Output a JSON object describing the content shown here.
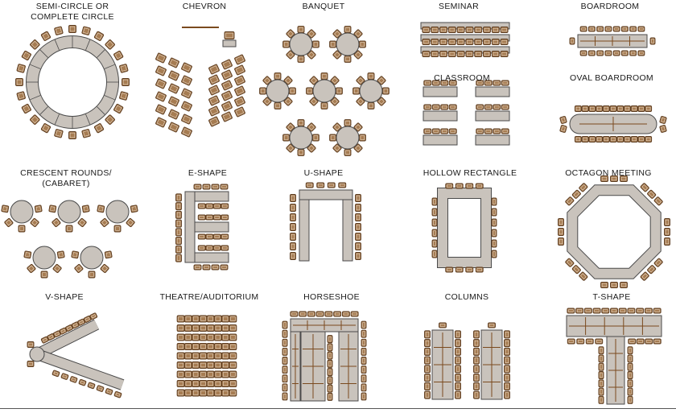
{
  "colors": {
    "chair_fill": "#a67c52",
    "chair_outline": "#5a3a1e",
    "table_fill": "#c9c3bc",
    "table_outline": "#4a4a4a",
    "accent_line": "#7a4a1e",
    "text": "#1a1a1a",
    "background": "#ffffff"
  },
  "layouts": {
    "semicircle_line1": "SEMI-CIRCLE OR",
    "semicircle_line2": "COMPLETE CIRCLE",
    "chevron": "CHEVRON",
    "banquet": "BANQUET",
    "seminar": "SEMINAR",
    "boardroom": "BOARDROOM",
    "classroom": "CLASSROOM",
    "oval_boardroom": "OVAL BOARDROOM",
    "crescent_line1": "CRESCENT ROUNDS/",
    "crescent_line2": "(CABARET)",
    "e_shape": "E-SHAPE",
    "u_shape": "U-SHAPE",
    "hollow_rectangle": "HOLLOW RECTANGLE",
    "octagon_meeting": "OCTAGON MEETING",
    "v_shape": "V-SHAPE",
    "theatre": "THEATRE/AUDITORIUM",
    "horseshoe": "HORSESHOE",
    "columns": "COLUMNS",
    "t_shape": "T-SHAPE"
  }
}
